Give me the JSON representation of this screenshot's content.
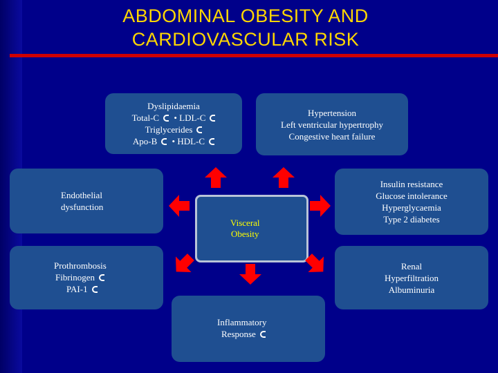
{
  "title": {
    "line1": "ABDOMINAL OBESITY AND",
    "line2": "CARDIOVASCULAR RISK"
  },
  "center": {
    "line1": "Visceral",
    "line2": "Obesity"
  },
  "boxes": {
    "dyslipidaemia": [
      "Dyslipidaemia",
      "Total-C",
      "• LDL-C",
      "Triglycerides",
      "Apo-B",
      "• HDL-C"
    ],
    "hypertension": [
      "Hypertension",
      "Left ventricular hypertrophy",
      "Congestive heart failure"
    ],
    "endothelial": [
      "Endothelial",
      "dysfunction"
    ],
    "insulin": [
      "Insulin resistance",
      "Glucose intolerance",
      "Hyperglycaemia",
      "Type 2 diabetes"
    ],
    "prothrombosis": [
      "Prothrombosis",
      "Fibrinogen",
      "PAI-1"
    ],
    "renal": [
      "Renal",
      "Hyperfiltration",
      "Albuminuria"
    ],
    "inflammatory": [
      "Inflammatory",
      "Response"
    ]
  },
  "colors": {
    "background": "#00008a",
    "box": "#1f4f91",
    "arrow": "#ff0000",
    "title": "#ffd700",
    "center_text": "#ffff00"
  }
}
